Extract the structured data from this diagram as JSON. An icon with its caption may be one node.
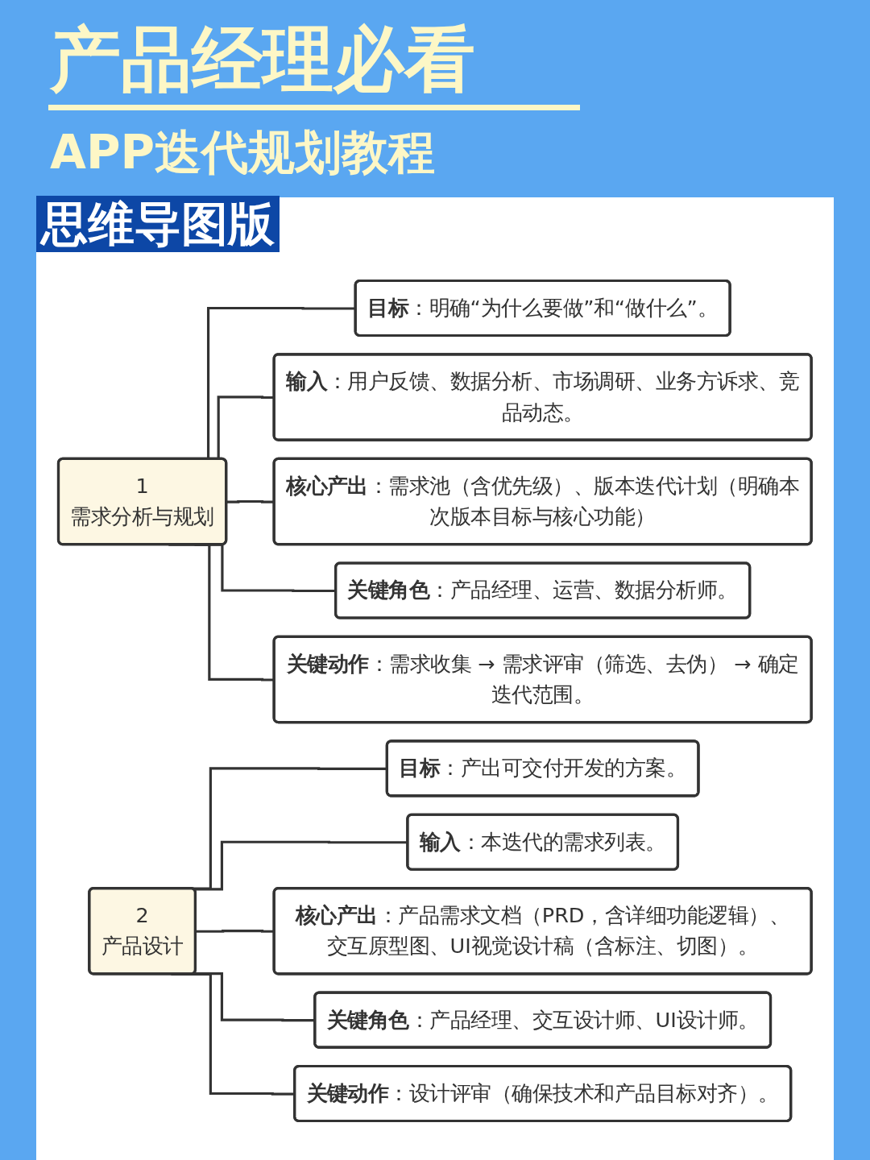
{
  "diagram": {
    "title": "产品经理必看",
    "nodes": [
      {
        "text": [
          "1",
          "需求分析与规划"
        ]
      },
      {
        "text": [
          "**目标**：明确“为什么要做”和“做什么”。"
        ]
      },
      {
        "text": [
          "**输入**：用户反馈、数据分析、市场调研、业务方诉求、竞品动态。"
        ]
      },
      {
        "text": [
          "**核心产出**：需求池（含优先级）、版本迭代计划（明确本次版本目标与核心功能）"
        ]
      },
      {
        "text": [
          "**关键角色**：产品经理、运营、数据分析师。"
        ]
      },
      {
        "text": [
          "**关键动作**：需求收集 → 需求评审（筛选、去伪） → 确定迭代范围。"
        ]
      },
      {
        "text": [
          "2",
          "产品设计"
        ]
      },
      {
        "text": [
          "**目标**：产出可交付开发的方案。"
        ]
      },
      {
        "text": [
          "**输入**：本迭代的需求列表。"
        ]
      },
      {
        "text": [
          "**核心产出**：产品需求文档（PRD，含详细功能逻辑）、交互原型图、UI视觉设计稿（含标注、切图）。"
        ]
      },
      {
        "text": [
          "**关键角色**：产品经理、交互设计师、UI设计师。"
        ]
      },
      {
        "text": [
          "**关键动作**：设计评审（确保技术和产品目标对齐）。"
        ]
      }
    ],
    "edges": [
      {
        "from": 0,
        "to": 1,
        "arrow": "none"
      },
      {
        "from": 0,
        "to": 2,
        "arrow": "none"
      },
      {
        "from": 0,
        "to": 3,
        "arrow": "none"
      },
      {
        "from": 0,
        "to": 4,
        "arrow": "none"
      },
      {
        "from": 0,
        "to": 5,
        "arrow": "none"
      },
      {
        "from": 6,
        "to": 7,
        "arrow": "none"
      },
      {
        "from": 6,
        "to": 8,
        "arrow": "none"
      },
      {
        "from": 6,
        "to": 9,
        "arrow": "none"
      },
      {
        "from": 6,
        "to": 10,
        "arrow": "none"
      },
      {
        "from": 6,
        "to": 11,
        "arrow": "none"
      }
    ],
    "labels": [
      "APP迭代规划教程",
      "思维导图版"
    ]
  }
}
